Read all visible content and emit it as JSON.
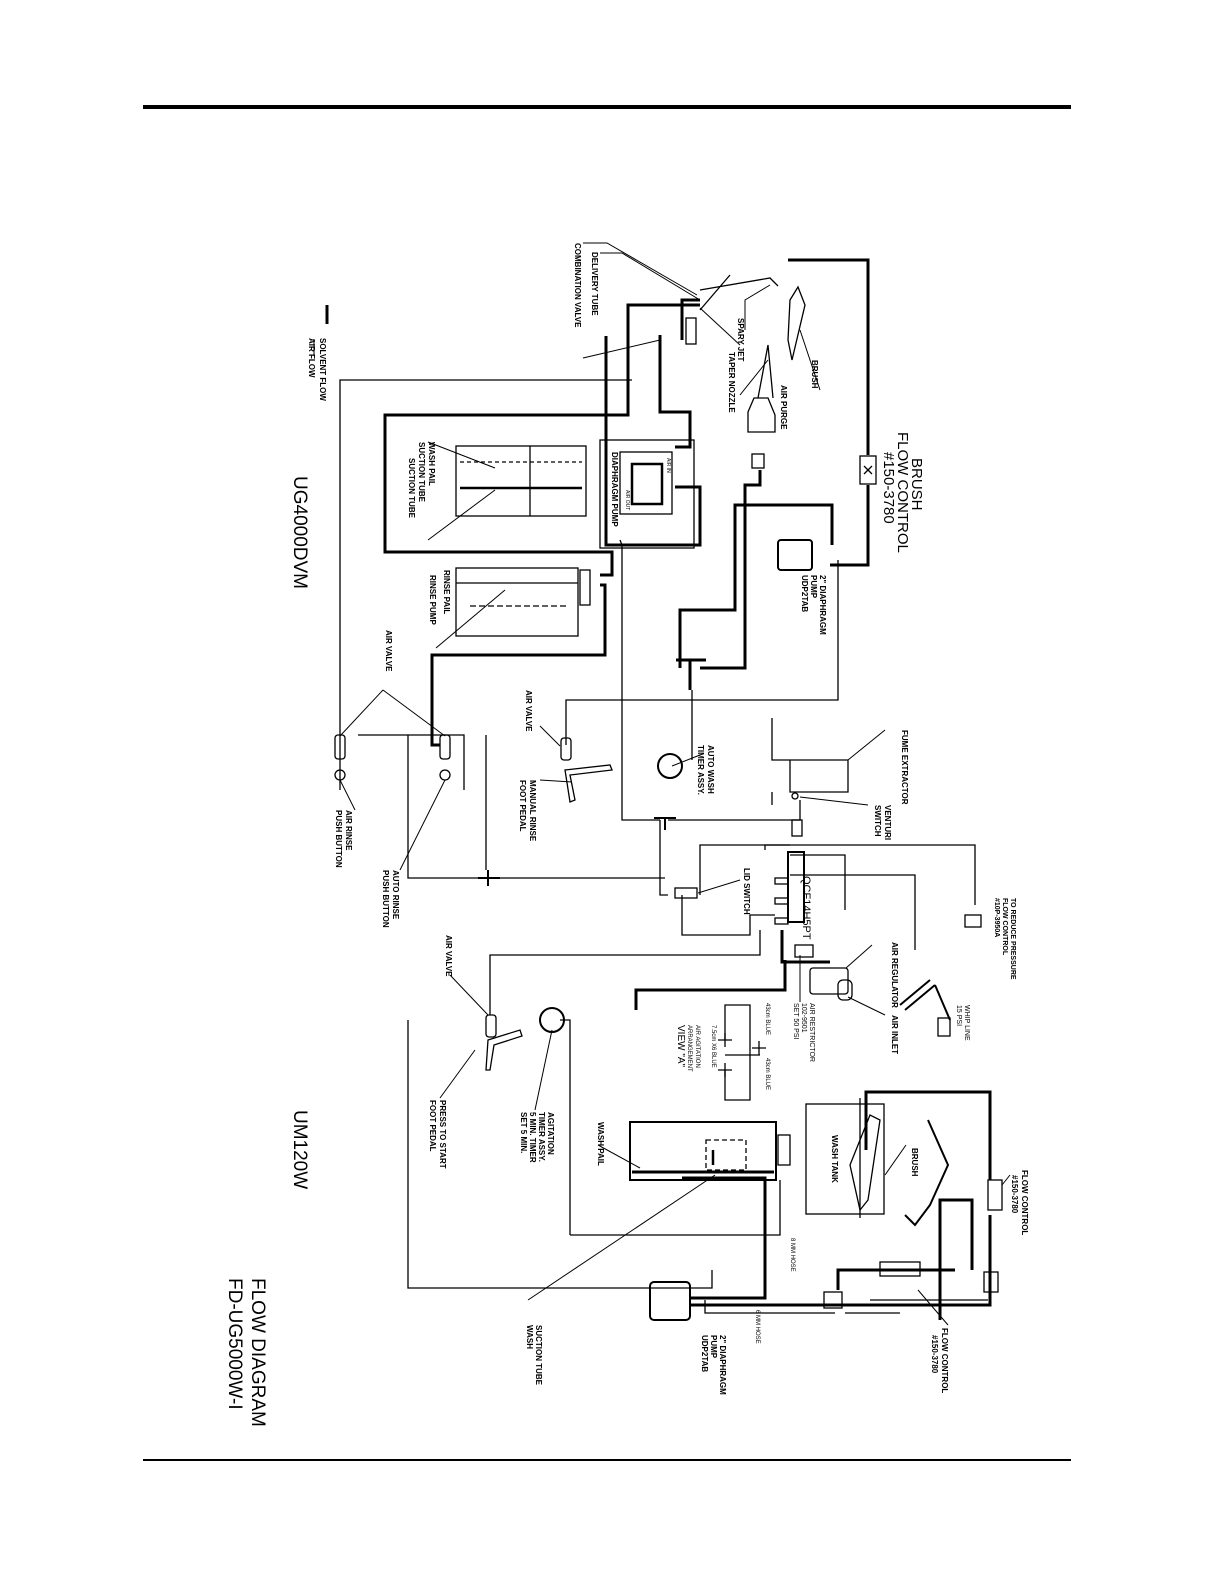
{
  "title": {
    "line1": "FLOW DIAGRAM",
    "line2": "FD-UG5000W-I"
  },
  "models": {
    "left": "UG4000DVM",
    "right": "UM120W"
  },
  "legend": {
    "solvent": "SOLVENT FLOW",
    "air": "AIR FLOW"
  },
  "labels": {
    "combination_valve": "COMBINATION VALVE",
    "delivery_tube": "DELIVERY TUBE",
    "spary_jet": "SPARY JET",
    "taper_nozzle": "TAPER NOZZLE",
    "air_purge": "AIR PURGE",
    "brush_top": "BRUSH",
    "brush_flow_control_1": "BRUSH",
    "brush_flow_control_2": "FLOW CONTROL",
    "brush_flow_control_3": "#150-3780",
    "wash_pail_suction_1": "WASH PAIL",
    "wash_pail_suction_2": "SUCTION TUBE",
    "suction_tube": "SUCTION TUBE",
    "diaphragm_pump": "DIAPHRAGM PUMP",
    "air_in": "AIR IN",
    "air_out": "AIR OUT",
    "pump_top_1": "2\" DIAPHRAGM",
    "pump_top_2": "PUMP",
    "pump_top_3": "UDP2TAB",
    "rinse_pail": "RINSE PAIL",
    "rinse_pump": "RINSE PUMP",
    "air_valve_1": "AIR VALVE",
    "air_valve_2": "AIR VALVE",
    "air_valve_3": "AIR VALVE",
    "air_rinse_1": "AIR RINSE",
    "air_rinse_2": "PUSH BUTTON",
    "auto_rinse_1": "AUTO RINSE",
    "auto_rinse_2": "PUSH BUTTON",
    "manual_rinse_1": "MANUAL RINSE",
    "manual_rinse_2": "FOOT PEDAL",
    "auto_wash_1": "AUTO WASH",
    "auto_wash_2": "TIMER ASSY.",
    "fume_extractor": "FUME EXTRACTOR",
    "venturi_1": "VENTURI",
    "venturi_2": "SWITCH",
    "lid_switch": "LID SWITCH",
    "manifold": "QCF14H5PT",
    "reduce_1": "TO REDUCE PRESSURE",
    "reduce_2": "FLOW CONTROL",
    "reduce_3": "#10P-3950A",
    "whip_1": "WHIP LINE",
    "whip_2": "15 PSI",
    "air_regulator": "AIR REGULATOR",
    "air_restrictor_1": "AIR RESTRICTOR",
    "air_restrictor_2": "102-9501",
    "air_restrictor_3": "SET 50 PSI",
    "air_inlet": "AIR INLET",
    "blue_43_a": "43cm BLUE",
    "blue_43_b": "43cm BLUE",
    "blue_75": "7.5cm X6 BLUE",
    "agitation_arr_1": "AIR AGITATION",
    "agitation_arr_2": "ARRANGEMENT",
    "view_a": "VIEW \"A\"",
    "agitation_timer_1": "AGITATION",
    "agitation_timer_2": "TIMER ASSY.",
    "agitation_timer_3": "5 MIN. TIMER",
    "agitation_timer_4": "SET 5 MIN.",
    "press_start_1": "PRESS TO START",
    "press_start_2": "FOOT PEDAL",
    "wash_pail": "WASH PAIL",
    "wash_tank": "WASH TANK",
    "brush_right": "BRUSH",
    "flow_control_r_1": "FLOW CONTROL",
    "flow_control_r_2": "#150-3780",
    "hose_8": "8 MM HOSE",
    "hose_6": "6 MM HOSE",
    "pump_bottom_1": "2\" DIAPHRAGM",
    "pump_bottom_2": "PUMP",
    "pump_bottom_3": "UDP2TAB",
    "suction_wash_1": "SUCTION TUBE",
    "suction_wash_2": "WASH",
    "flow_control_b_1": "FLOW CONTROL",
    "flow_control_b_2": "#150-3780"
  }
}
